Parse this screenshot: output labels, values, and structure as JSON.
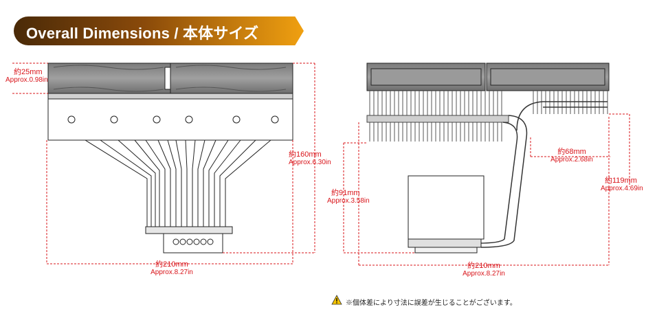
{
  "banner": {
    "title": "Overall Dimensions / 本体サイズ"
  },
  "dimensions": {
    "fan_thickness": {
      "jp": "約25mm",
      "en": "Approx.0.98in"
    },
    "height_front": {
      "jp": "約160mm",
      "en": "Approx.6.30in"
    },
    "width_front": {
      "jp": "約210mm",
      "en": "Approx.8.27in"
    },
    "clearance": {
      "jp": "約91mm",
      "en": "Approx.3.58in"
    },
    "offset": {
      "jp": "約68mm",
      "en": "Approx.2.68in"
    },
    "height_side": {
      "jp": "約119mm",
      "en": "Approx.4.69in"
    },
    "width_side": {
      "jp": "約210mm",
      "en": "Approx.8.27in"
    }
  },
  "note": {
    "text": "※個体差により寸法に誤差が生じることがございます。",
    "icon": "warning-icon"
  },
  "colors": {
    "dimension": "#d9141a",
    "banner_start": "#4a2a08",
    "banner_end": "#f0a010",
    "fan": "#8c8c8c"
  }
}
